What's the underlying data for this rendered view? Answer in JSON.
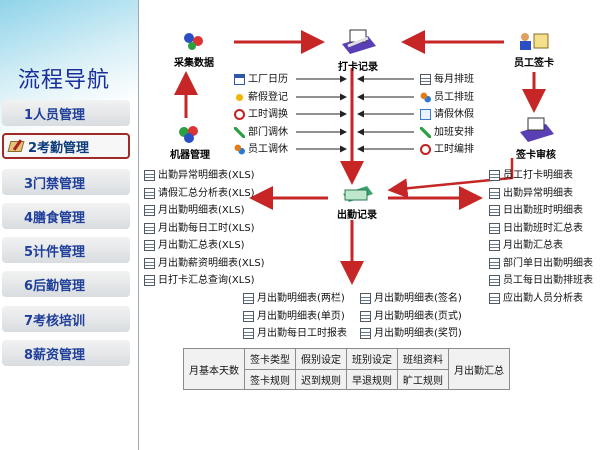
{
  "sidebar": {
    "title": "流程导航",
    "items": [
      {
        "label": "1人员管理",
        "active": false
      },
      {
        "label": "2考勤管理",
        "active": true
      },
      {
        "label": "3门禁管理",
        "active": false
      },
      {
        "label": "4膳食管理",
        "active": false
      },
      {
        "label": "5计件管理",
        "active": false
      },
      {
        "label": "6后勤管理",
        "active": false
      },
      {
        "label": "7考核培训",
        "active": false
      },
      {
        "label": "8薪资管理",
        "active": false
      }
    ]
  },
  "nodes": {
    "collect": "采集数据",
    "punch": "打卡记录",
    "employee_card": "员工签卡",
    "machine": "机器管理",
    "card_review": "签卡审核",
    "attendance": "出勤记录"
  },
  "left_settings": [
    {
      "label": "工厂日历",
      "icon": "calendar-icon"
    },
    {
      "label": "薪假登记",
      "icon": "sun-icon"
    },
    {
      "label": "工时调换",
      "icon": "clock-icon"
    },
    {
      "label": "部门调休",
      "icon": "pen-icon"
    },
    {
      "label": "员工调休",
      "icon": "people-icon"
    }
  ],
  "right_settings": [
    {
      "label": "每月排班",
      "icon": "printer-icon"
    },
    {
      "label": "员工排班",
      "icon": "people-icon"
    },
    {
      "label": "请假休假",
      "icon": "card-icon"
    },
    {
      "label": "加班安排",
      "icon": "pen-icon"
    },
    {
      "label": "工时编排",
      "icon": "clock-icon"
    }
  ],
  "left_reports": [
    "出勤异常明细表(XLS)",
    "请假汇总分析表(XLS)",
    "月出勤明细表(XLS)",
    "月出勤每日工时(XLS)",
    "月出勤汇总表(XLS)",
    "月出勤薪资明细表(XLS)",
    "日打卡汇总查询(XLS)"
  ],
  "right_reports": [
    "员工打卡明细表",
    "出勤异常明细表",
    "日出勤班时明细表",
    "日出勤班时汇总表",
    "月出勤汇总表",
    "部门单日出勤明细表",
    "员工每日出勤排班表",
    "应出勤人员分析表"
  ],
  "bottom_reports_left": [
    "月出勤明细表(两栏)",
    "月出勤明细表(单页)",
    "月出勤每日工时报表"
  ],
  "bottom_reports_right": [
    "月出勤明细表(签名)",
    "月出勤明细表(页式)",
    "月出勤明细表(奖罚)"
  ],
  "grid": {
    "left": "月基本天数",
    "row1": [
      "签卡类型",
      "假别设定",
      "班别设定",
      "班组资料"
    ],
    "row2": [
      "签卡规则",
      "迟到规则",
      "早退规则",
      "旷工规则"
    ],
    "right": "月出勤汇总"
  }
}
